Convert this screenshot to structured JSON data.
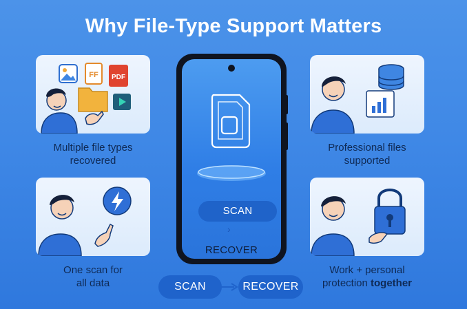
{
  "title": "Why File-Type Support Matters",
  "cards": {
    "top_left": {
      "caption_line1": "Multiple file types",
      "caption_line2": "recovered",
      "tile_labels": {
        "ff": "FF",
        "pdf": "PDF"
      }
    },
    "top_right": {
      "caption_line1": "Professional files",
      "caption_line2": "supported"
    },
    "bottom_left": {
      "caption_line1": "One scan for",
      "caption_line2": "all data"
    },
    "bottom_right": {
      "caption_line1": "Work + personal",
      "caption_line2a": "protection ",
      "caption_line2b": "together"
    }
  },
  "phone": {
    "scan_label": "SCAN",
    "chevron": "›",
    "recover_label": "RECOVER"
  },
  "bottom": {
    "scan_label": "SCAN",
    "recover_label": "RECOVER"
  },
  "colors": {
    "background": "#3f88e6",
    "pill": "#1f63cb",
    "card": "#e6f0fd",
    "text_dark": "#0f2a55"
  },
  "icons": [
    "image-icon",
    "font-file-icon",
    "pdf-icon",
    "folder-icon",
    "video-icon",
    "database-icon",
    "bar-chart-icon",
    "lightning-icon",
    "padlock-icon",
    "sim-card-icon"
  ]
}
